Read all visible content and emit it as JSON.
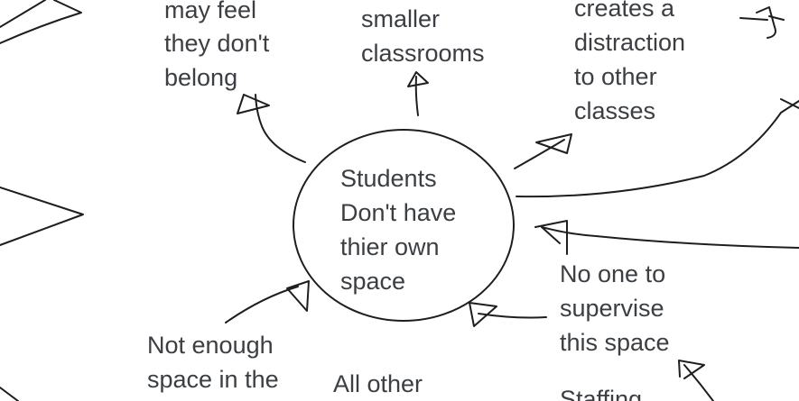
{
  "center_node": {
    "lines": [
      "Students",
      "Don't have",
      "thier own",
      "space"
    ]
  },
  "nodes": [
    {
      "id": "belong",
      "lines": [
        "may feel",
        "they don't",
        "belong"
      ]
    },
    {
      "id": "classrooms",
      "lines": [
        "smaller",
        "classrooms"
      ]
    },
    {
      "id": "distraction",
      "lines": [
        "creates a",
        "distraction",
        "to other",
        "classes"
      ]
    },
    {
      "id": "supervise",
      "lines": [
        "No one to",
        "supervise",
        "this space"
      ]
    },
    {
      "id": "space",
      "lines": [
        "Not enough",
        "space in the"
      ]
    },
    {
      "id": "other",
      "lines": [
        "All other"
      ]
    },
    {
      "id": "staffing",
      "lines": [
        "Staffing"
      ]
    }
  ],
  "colors": {
    "text": "#3b3e42",
    "ink": "#1e1e1e",
    "background": "#ffffff"
  }
}
